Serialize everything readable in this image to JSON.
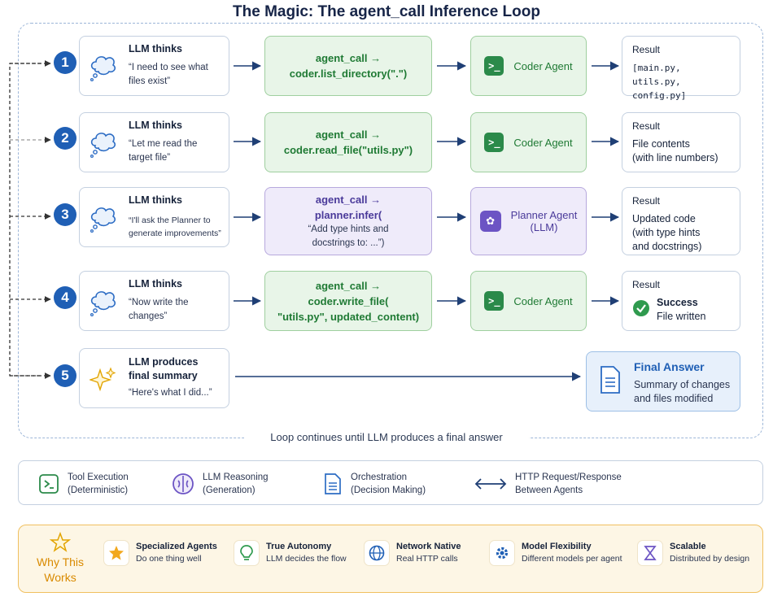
{
  "title": "The Magic: The agent_call Inference Loop",
  "loop_caption": "Loop continues until LLM produces a final answer",
  "steps": [
    {
      "num": "1",
      "think_title": "LLM thinks",
      "think_text": [
        "“I need to see what",
        "files exist”"
      ],
      "call": [
        "agent_call →",
        "coder.list_directory(\".\")"
      ],
      "agent": "Coder Agent",
      "result_title": "Result",
      "result": [
        "[main.py,",
        "utils.py, config.py]"
      ]
    },
    {
      "num": "2",
      "think_title": "LLM thinks",
      "think_text": [
        "“Let me read the",
        "target file”"
      ],
      "call": [
        "agent_call →",
        "coder.read_file(\"utils.py\")"
      ],
      "agent": "Coder Agent",
      "result_title": "Result",
      "result": [
        "File contents",
        "(with line numbers)"
      ]
    },
    {
      "num": "3",
      "think_title": "LLM thinks",
      "think_text": [
        "“I'll ask the Planner to",
        "generate improvements”"
      ],
      "call": [
        "agent_call →",
        "planner.infer(",
        "“Add type hints and",
        "docstrings to: ...”)"
      ],
      "agent": [
        "Planner Agent",
        "(LLM)"
      ],
      "result_title": "Result",
      "result": [
        "Updated code",
        "(with type hints",
        "and docstrings)"
      ]
    },
    {
      "num": "4",
      "think_title": "LLM thinks",
      "think_text": [
        "“Now write the",
        "changes”"
      ],
      "call": [
        "agent_call →",
        "coder.write_file(",
        "\"utils.py\", updated_content)"
      ],
      "agent": "Coder Agent",
      "result_title": "Result",
      "result": [
        "Success",
        "File written"
      ]
    },
    {
      "num": "5",
      "think_title": [
        "LLM produces",
        "final summary"
      ],
      "think_text": [
        "“Here's what I did...”"
      ],
      "final_title": "Final Answer",
      "final_text": [
        "Summary of changes",
        "and files modified"
      ]
    }
  ],
  "legend": [
    {
      "title": "Tool Execution",
      "sub": "(Deterministic)",
      "icon": "terminal-icon"
    },
    {
      "title": "LLM Reasoning",
      "sub": "(Generation)",
      "icon": "brain-icon"
    },
    {
      "title": "Orchestration",
      "sub": "(Decision Making)",
      "icon": "document-icon"
    },
    {
      "title": "HTTP Request/Response",
      "sub": "Between Agents",
      "icon": "double-arrow-icon"
    }
  ],
  "why": {
    "label": [
      "Why This",
      "Works"
    ],
    "features": [
      {
        "title": "Specialized Agents",
        "sub": "Do one thing well",
        "icon": "star-icon"
      },
      {
        "title": "True Autonomy",
        "sub": "LLM decides the flow",
        "icon": "bulb-icon"
      },
      {
        "title": "Network Native",
        "sub": "Real HTTP calls",
        "icon": "globe-icon"
      },
      {
        "title": "Model Flexibility",
        "sub": "Different models per agent",
        "icon": "gear-icon"
      },
      {
        "title": "Scalable",
        "sub": "Distributed by design",
        "icon": "hourglass-icon"
      }
    ]
  },
  "colors": {
    "step_blue": "#1f5fb5",
    "tool_green": "#e8f5e8",
    "llm_purple": "#efebfa",
    "why_orange": "#fdf6e5"
  }
}
